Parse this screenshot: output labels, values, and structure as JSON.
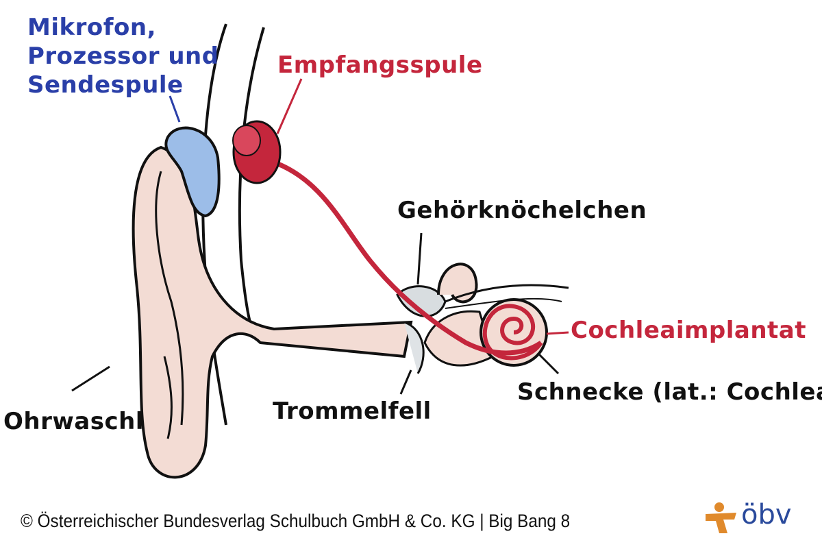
{
  "labels": {
    "processor_line1": "Mikrofon,",
    "processor_line2": "Prozessor und",
    "processor_line3": "Sendespule",
    "receiver": "Empfangsspule",
    "ossicles": "Gehörknöchelchen",
    "implant": "Cochleaimplantat",
    "cochlea": "Schnecke (lat.: Cochlea",
    "eardrum": "Trommelfell",
    "outer_ear": "Ohrwaschl"
  },
  "footer": {
    "copyright": "© Österreichischer Bundesverlag Schulbuch GmbH & Co. KG |  Big Bang 8",
    "logo": "öbv"
  },
  "colors": {
    "blue": "#2a3fa8",
    "red": "#c4263c",
    "skin": "#f3dcd4",
    "logo_orange": "#e08a2c",
    "logo_blue": "#2a4a9c"
  }
}
